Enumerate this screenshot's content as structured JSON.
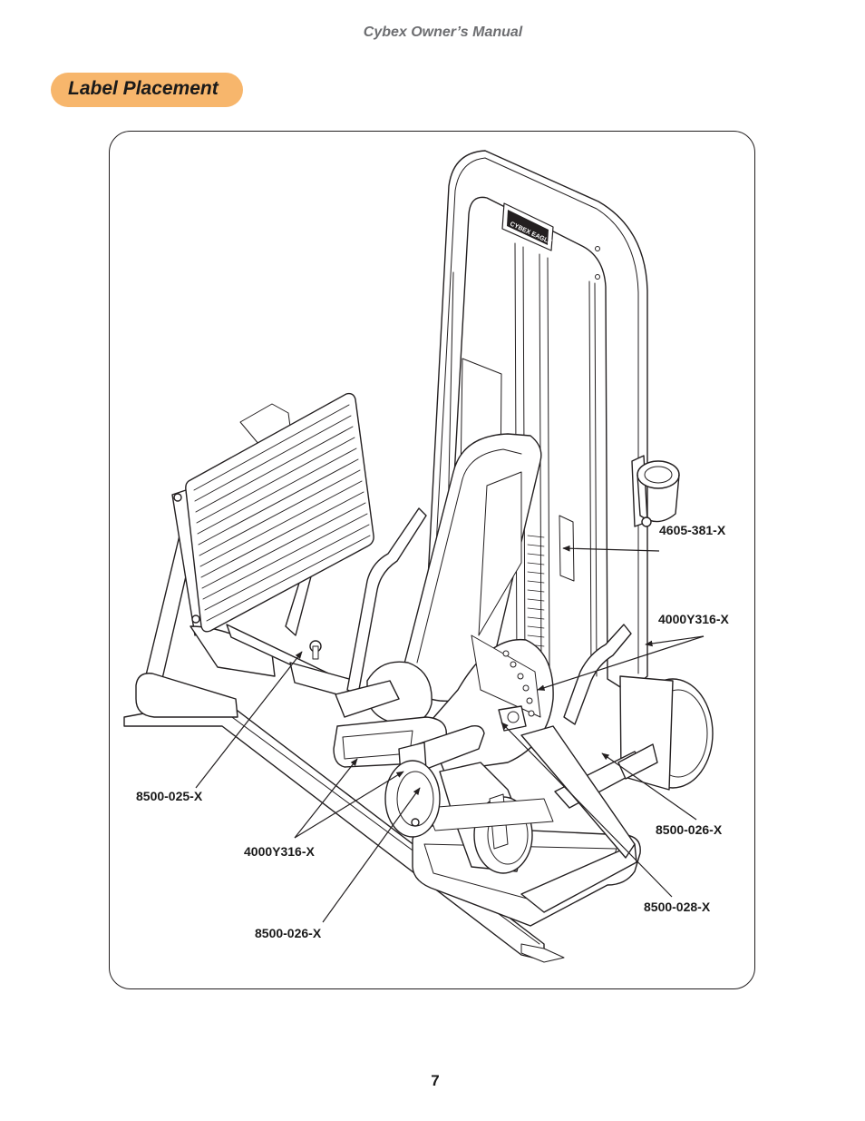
{
  "header": {
    "manual_title": "Cybex Owner’s Manual"
  },
  "section": {
    "title": "Label Placement"
  },
  "figure": {
    "logo_text": "CYBEX EAGLE",
    "callouts": [
      {
        "id": "4605-381",
        "text": "4605-381-X"
      },
      {
        "id": "4000y316-right",
        "text": "4000Y316-X"
      },
      {
        "id": "8500-025",
        "text": "8500-025-X"
      },
      {
        "id": "8500-026-right",
        "text": "8500-026-X"
      },
      {
        "id": "4000y316-left",
        "text": "4000Y316-X"
      },
      {
        "id": "8500-028",
        "text": "8500-028-X"
      },
      {
        "id": "8500-026-bottom",
        "text": "8500-026-X"
      }
    ]
  },
  "footer": {
    "page_number": "7"
  }
}
